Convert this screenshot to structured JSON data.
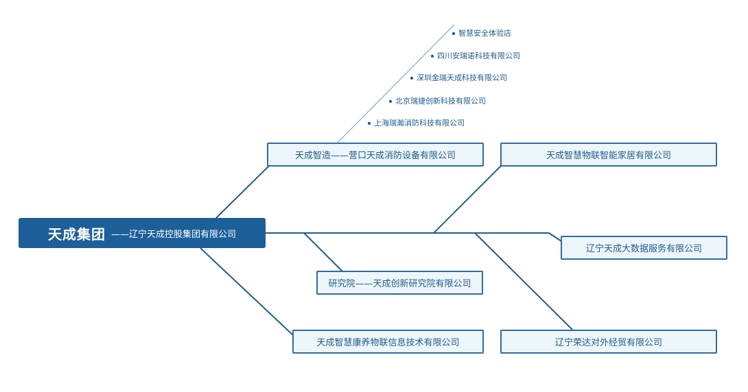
{
  "root": {
    "main_label": "天成集团",
    "sub_label": "——辽宁天成控股集团有限公司"
  },
  "branches": [
    {
      "label": "天成智造——营口天成消防设备有限公司"
    },
    {
      "label": "天成智慧物联智能家居有限公司"
    },
    {
      "label": "辽宁天成大数据服务有限公司"
    },
    {
      "label": "研究院——天成创新研究院有限公司"
    },
    {
      "label": "天成智慧康养物联信息技术有限公司"
    },
    {
      "label": "辽宁荣达对外经贸有限公司"
    }
  ],
  "sub_companies": [
    {
      "label": "智慧安全体验店"
    },
    {
      "label": "四川安瑞诺科技有限公司"
    },
    {
      "label": "深圳金瑞天成科技有限公司"
    },
    {
      "label": "北京瑞捷创新科技有限公司"
    },
    {
      "label": "上海瑞瀚消防科技有限公司"
    }
  ],
  "colors": {
    "root_fill": "#1c5f99",
    "node_fill": "#edf6fb",
    "node_border": "#2f6b9f",
    "line": "#1f5c8c",
    "text": "#1f5b8c"
  }
}
